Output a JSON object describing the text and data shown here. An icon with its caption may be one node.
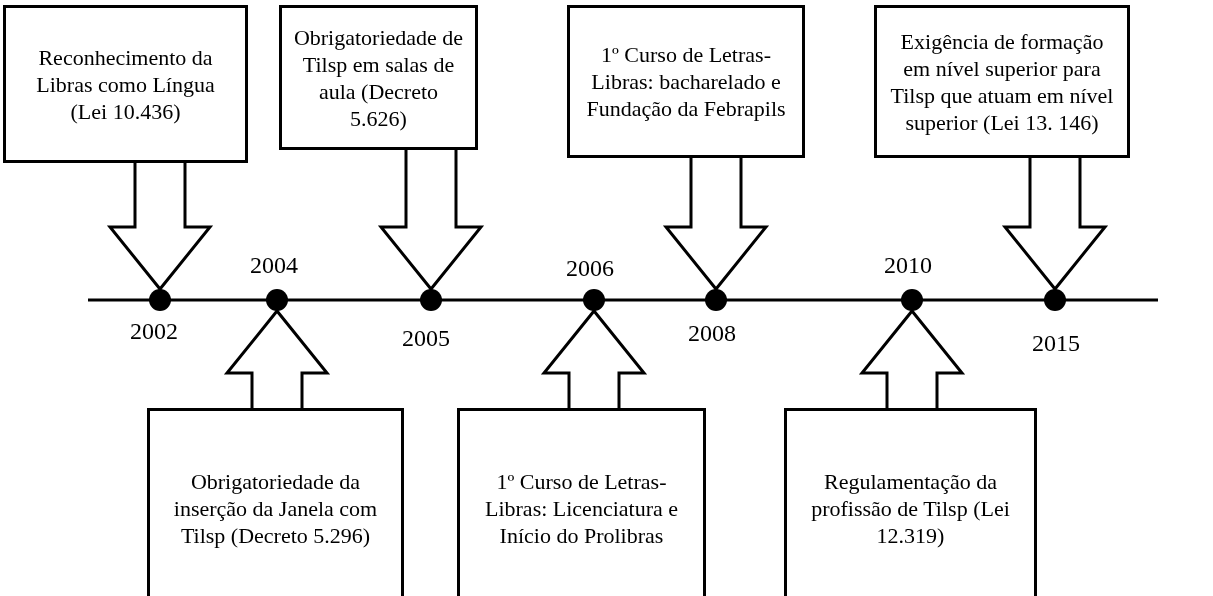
{
  "diagram": {
    "nodes": [
      {
        "text": [
          "Reconhecimento da Libras como Língua (Lei 10.436)"
        ]
      },
      {
        "text": [
          "Obrigatoriedade de Tilsp em salas de aula (Decreto 5.626)"
        ]
      },
      {
        "text": [
          "1º Curso de Letras-Libras: bacharelado e Fundação da Febrapils"
        ]
      },
      {
        "text": [
          "Exigência de formação em nível superior para Tilsp que atuam em nível superior (Lei 13. 146)"
        ]
      },
      {
        "text": [
          "Obrigatoriedade da inserção da Janela com Tilsp (Decreto 5.296)"
        ]
      },
      {
        "text": [
          "1º Curso de Letras-Libras: Licenciatura e Início do Prolibras"
        ]
      },
      {
        "text": [
          "Regulamentação da profissão de Tilsp (Lei 12.319)"
        ]
      },
      {
        "text": [],
        "shape": "circle",
        "beside": [
          "2002"
        ]
      },
      {
        "text": [],
        "shape": "circle",
        "beside": [
          "2004"
        ]
      },
      {
        "text": [],
        "shape": "circle",
        "beside": [
          "2005"
        ]
      },
      {
        "text": [],
        "shape": "circle",
        "beside": [
          "2006"
        ]
      },
      {
        "text": [],
        "shape": "circle",
        "beside": [
          "2008"
        ]
      },
      {
        "text": [],
        "shape": "circle",
        "beside": [
          "2010"
        ]
      },
      {
        "text": [],
        "shape": "circle",
        "beside": [
          "2015"
        ]
      }
    ],
    "edges": [
      {
        "from": 0,
        "to": 7,
        "arrow": "to"
      },
      {
        "from": 1,
        "to": 9,
        "arrow": "to"
      },
      {
        "from": 2,
        "to": 11,
        "arrow": "to"
      },
      {
        "from": 3,
        "to": 13,
        "arrow": "to"
      },
      {
        "from": 4,
        "to": 8,
        "arrow": "to"
      },
      {
        "from": 5,
        "to": 10,
        "arrow": "to"
      },
      {
        "from": 6,
        "to": 12,
        "arrow": "to"
      }
    ]
  }
}
